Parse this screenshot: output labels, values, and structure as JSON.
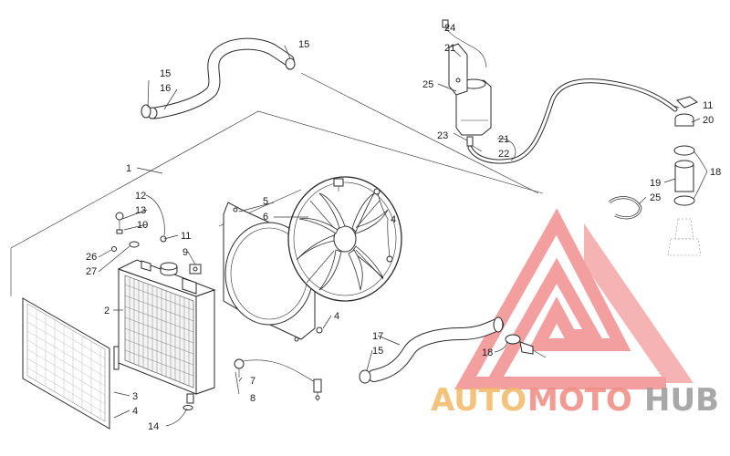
{
  "diagram": {
    "callouts": [
      {
        "id": "c24",
        "text": "24"
      },
      {
        "id": "c21a",
        "text": "21"
      },
      {
        "id": "c25a",
        "text": "25"
      },
      {
        "id": "c23",
        "text": "23"
      },
      {
        "id": "c22",
        "text": "22"
      },
      {
        "id": "c21b",
        "text": "21"
      },
      {
        "id": "c11a",
        "text": "11"
      },
      {
        "id": "c20",
        "text": "20"
      },
      {
        "id": "c18a",
        "text": "18"
      },
      {
        "id": "c19",
        "text": "19"
      },
      {
        "id": "c25b",
        "text": "25"
      },
      {
        "id": "c15a",
        "text": "15"
      },
      {
        "id": "c15b",
        "text": "15"
      },
      {
        "id": "c16",
        "text": "16"
      },
      {
        "id": "c1",
        "text": "1"
      },
      {
        "id": "c5",
        "text": "5"
      },
      {
        "id": "c6",
        "text": "6"
      },
      {
        "id": "c4a",
        "text": "4"
      },
      {
        "id": "c12",
        "text": "12"
      },
      {
        "id": "c13",
        "text": "13"
      },
      {
        "id": "c10",
        "text": "10"
      },
      {
        "id": "c11b",
        "text": "11"
      },
      {
        "id": "c9",
        "text": "9"
      },
      {
        "id": "c26",
        "text": "26"
      },
      {
        "id": "c27",
        "text": "27"
      },
      {
        "id": "c2",
        "text": "2"
      },
      {
        "id": "c4b",
        "text": "4"
      },
      {
        "id": "c17",
        "text": "17"
      },
      {
        "id": "c15c",
        "text": "15"
      },
      {
        "id": "c18b",
        "text": "18"
      },
      {
        "id": "c7",
        "text": "7"
      },
      {
        "id": "c8",
        "text": "8"
      },
      {
        "id": "c3",
        "text": "3"
      },
      {
        "id": "c4c",
        "text": "4"
      },
      {
        "id": "c14",
        "text": "14"
      }
    ]
  },
  "watermark": {
    "part1": "AUTO",
    "part2": "MOTO",
    "part3": "HUB",
    "color_auto": "#f2b866",
    "color_moto": "#f08a80",
    "color_hub": "#9a9a9a",
    "triangle_color": "#f07f7f"
  }
}
